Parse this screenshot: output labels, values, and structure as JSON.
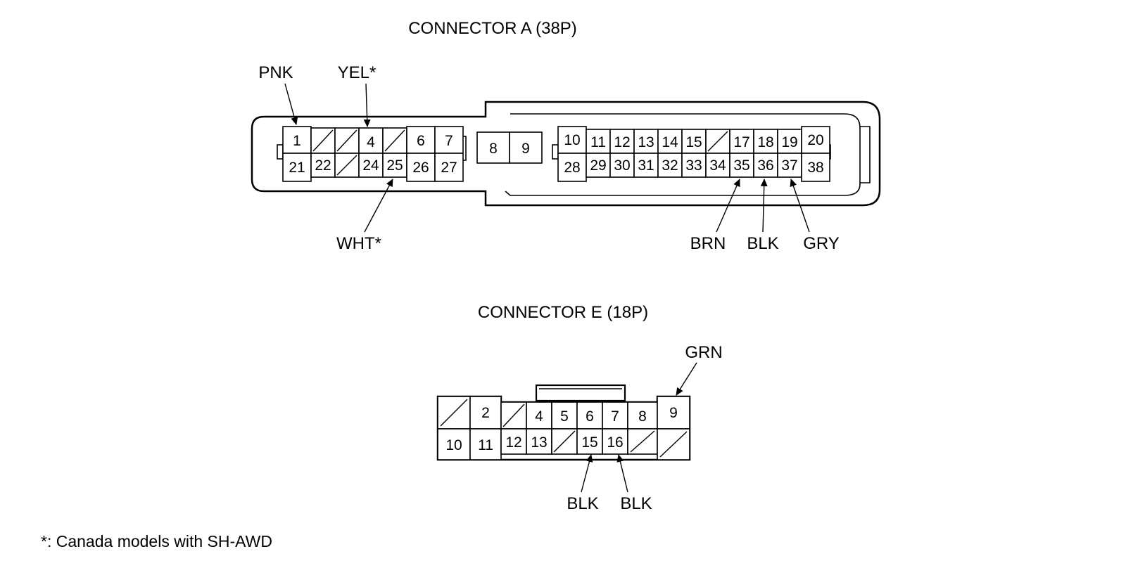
{
  "connector_a": {
    "title": "CONNECTOR A (38P)",
    "top_row": [
      "1",
      "",
      "",
      "4",
      "",
      "6",
      "7",
      "8",
      "9",
      "10",
      "11",
      "12",
      "13",
      "14",
      "15",
      "",
      "17",
      "18",
      "19",
      "20"
    ],
    "bottom_row": [
      "21",
      "22",
      "",
      "24",
      "25",
      "26",
      "27",
      "28",
      "29",
      "30",
      "31",
      "32",
      "33",
      "34",
      "35",
      "36",
      "37",
      "38"
    ],
    "wires": [
      {
        "label": "PNK",
        "pin": "1"
      },
      {
        "label": "YEL*",
        "pin": "4"
      },
      {
        "label": "WHT*",
        "pin": "25"
      },
      {
        "label": "BRN",
        "pin": "35"
      },
      {
        "label": "BLK",
        "pin": "36"
      },
      {
        "label": "GRY",
        "pin": "37"
      }
    ]
  },
  "connector_e": {
    "title": "CONNECTOR E (18P)",
    "top_row": [
      "",
      "2",
      "",
      "4",
      "5",
      "6",
      "7",
      "8",
      "9"
    ],
    "bottom_row": [
      "10",
      "11",
      "12",
      "13",
      "",
      "15",
      "16",
      "",
      ""
    ],
    "wires": [
      {
        "label": "GRN",
        "pin": "9"
      },
      {
        "label": "BLK",
        "pin": "15"
      },
      {
        "label": "BLK",
        "pin": "16"
      }
    ]
  },
  "footnote": "*: Canada models with SH-AWD"
}
